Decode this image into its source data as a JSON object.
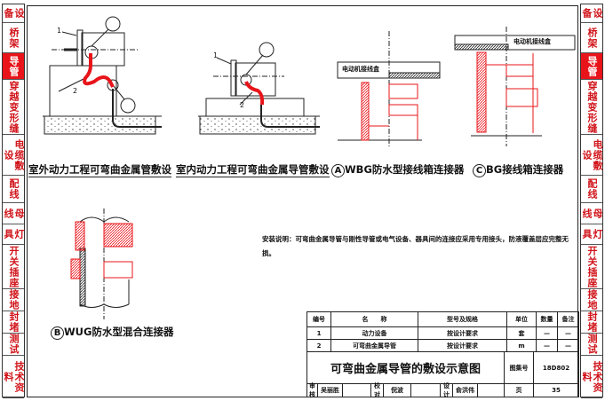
{
  "sidebar": [
    "设备",
    "桥架",
    "导管",
    "穿越变形缝",
    "电缆敷设",
    "配线",
    "母线",
    "灯具",
    "开关插座",
    "接地",
    "封堵",
    "测试",
    "技术资料"
  ],
  "sidebar_active": "导管",
  "captions": {
    "outdoor": "室外动力工程可弯曲金属管敷设",
    "indoor": "室内动力工程可弯曲金属导管敷设",
    "a": "WBG防水型接线箱连接器",
    "b": "WUG防水型混合连接器",
    "c": "BG接线箱连接器"
  },
  "markers": {
    "a": "A",
    "b": "B",
    "c": "C",
    "item1": "1",
    "item2": "2"
  },
  "box_label": "电动机接线盒",
  "note": "安装说明：可弯曲金属导管与刚性导管或电气设备、器具间的连接应采用专用接头，防液覆盖层应完整无损。",
  "table": {
    "headers": [
      "编号",
      "名　　称",
      "型号及规格",
      "单位",
      "数量",
      "备注"
    ],
    "rows": [
      [
        "1",
        "动力设备",
        "按设计要求",
        "套",
        "—",
        "—"
      ],
      [
        "2",
        "可弯曲金属导管",
        "按设计要求",
        "m",
        "—",
        "—"
      ]
    ],
    "title": "可弯曲金属导管的敷设示意图",
    "atlas_label": "图集号",
    "atlas_no": "18D802",
    "review_label": "审核",
    "reviewer": "吴丽胜",
    "check_label": "校对",
    "checker": "倪波",
    "design_label": "设计",
    "designer": "俞洪伟",
    "page_label": "页",
    "page_no": "35"
  },
  "colors": {
    "accent": "#e8141a",
    "line": "#222222"
  }
}
